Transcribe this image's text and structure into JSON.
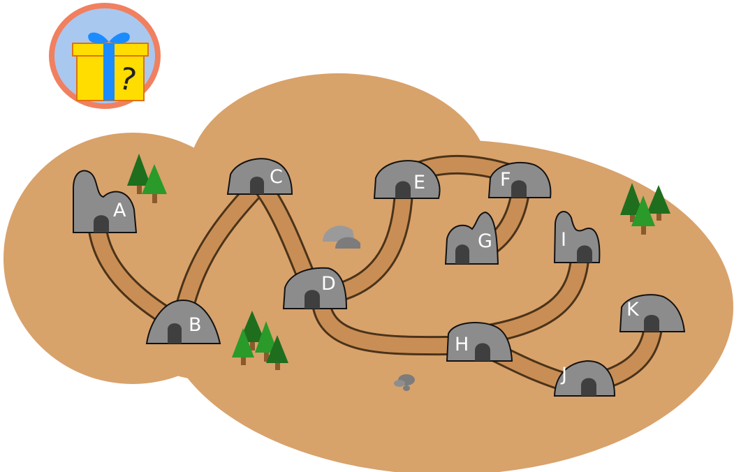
{
  "hint_button": {
    "icon": "mystery-gift-box-icon",
    "label": "?"
  },
  "caves": [
    {
      "id": "A",
      "label": "A"
    },
    {
      "id": "B",
      "label": "B"
    },
    {
      "id": "C",
      "label": "C"
    },
    {
      "id": "D",
      "label": "D"
    },
    {
      "id": "E",
      "label": "E"
    },
    {
      "id": "F",
      "label": "F"
    },
    {
      "id": "G",
      "label": "G"
    },
    {
      "id": "H",
      "label": "H"
    },
    {
      "id": "I",
      "label": "I"
    },
    {
      "id": "J",
      "label": "J"
    },
    {
      "id": "K",
      "label": "K"
    }
  ],
  "tunnels": [
    [
      "A",
      "B"
    ],
    [
      "B",
      "C"
    ],
    [
      "C",
      "D"
    ],
    [
      "D",
      "E"
    ],
    [
      "E",
      "F"
    ],
    [
      "F",
      "G"
    ],
    [
      "D",
      "H"
    ],
    [
      "H",
      "I"
    ],
    [
      "H",
      "J"
    ],
    [
      "J",
      "K"
    ]
  ],
  "colors": {
    "ground": "#d8a26b",
    "tunnel": "#c98e55",
    "tunnel_edge": "#4a3319",
    "cave": "#8c8c8c",
    "cave_entrance": "#3f3f3f",
    "tree_dark": "#1e6e1e",
    "tree_light": "#2a9a2a",
    "trunk": "#8b5a2b",
    "rock": "#8e8e8e",
    "gift_box": "#ffdd00",
    "gift_ribbon": "#1a8cff",
    "hint_circle": "#a8c8f0",
    "hint_ring": "#f08060"
  }
}
